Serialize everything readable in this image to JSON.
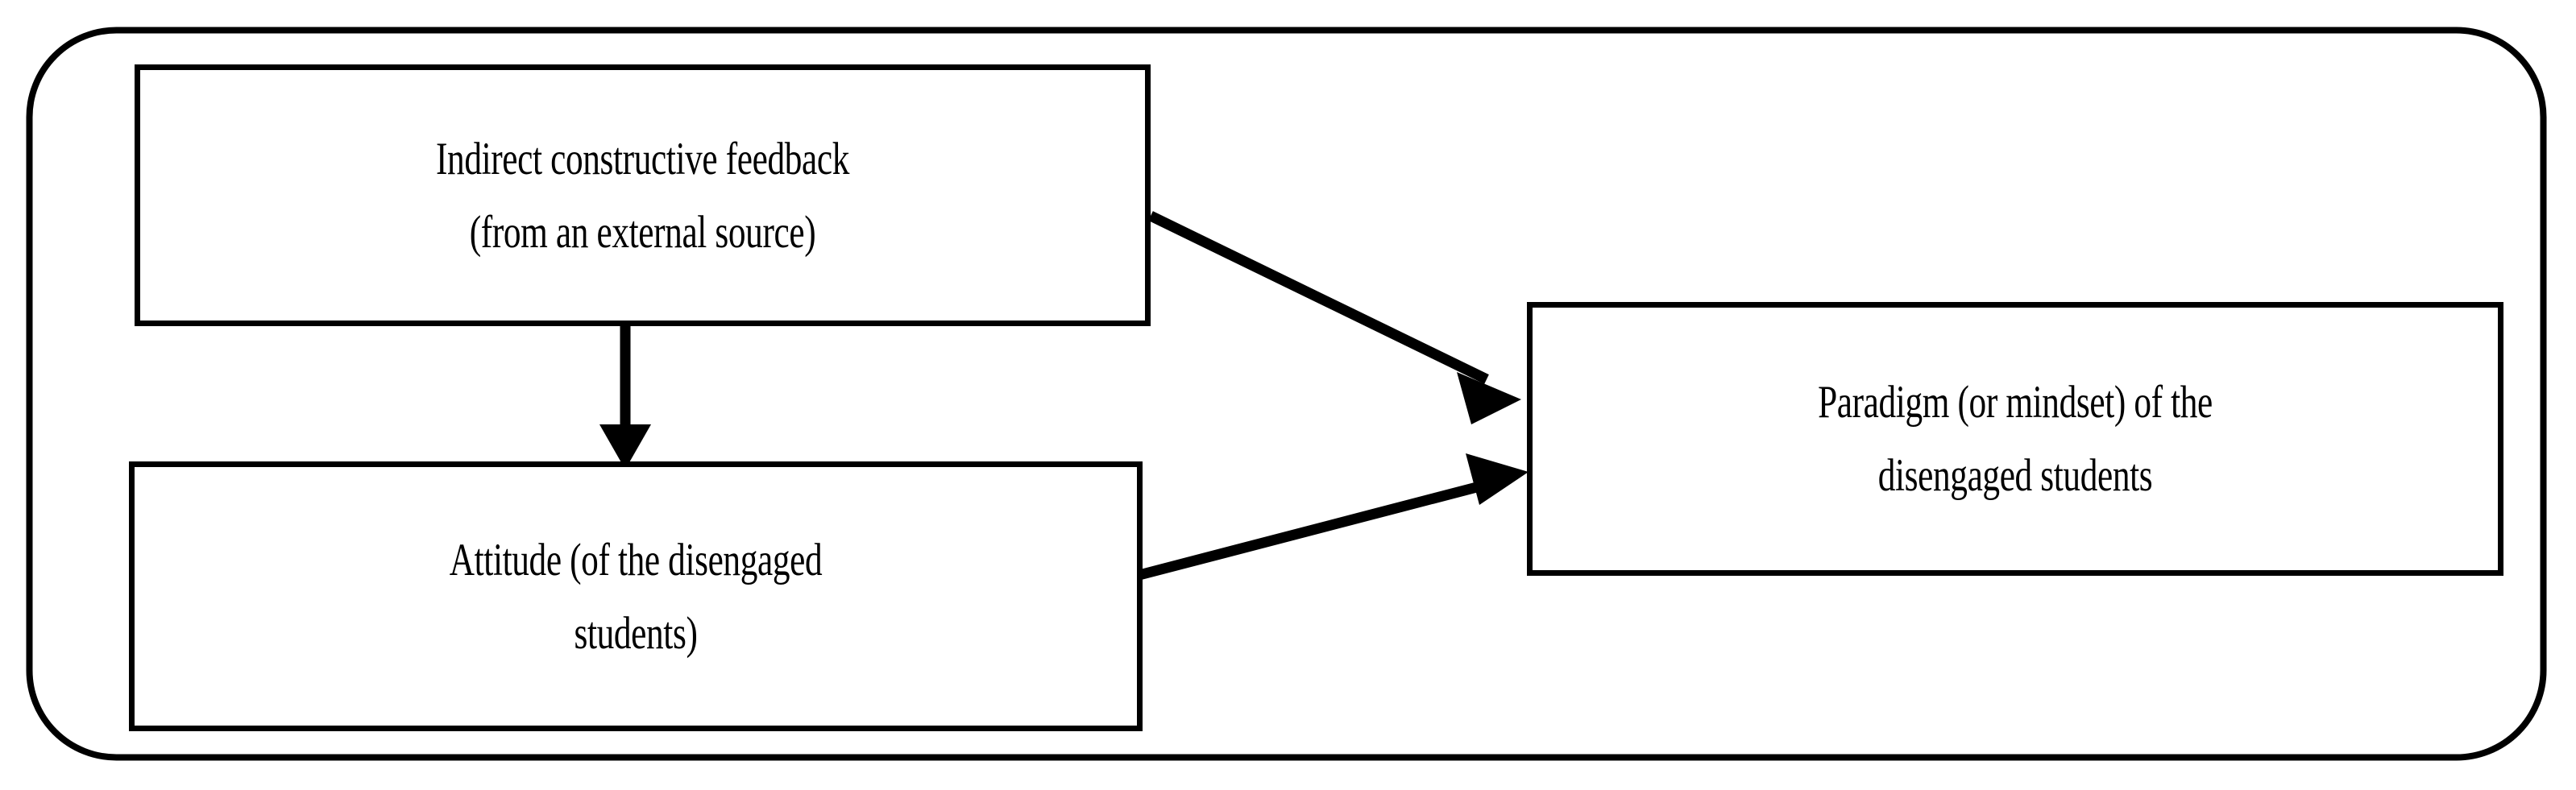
{
  "figure": {
    "type": "concept-flow-diagram",
    "background_color": "#ffffff",
    "stroke_color": "#000000",
    "container": {
      "shape": "rounded-rectangle",
      "label": ""
    }
  },
  "nodes": [
    {
      "id": "indirect-feedback",
      "lines": [
        "Indirect constructive feedback",
        "(from an external source)"
      ]
    },
    {
      "id": "attitude",
      "lines": [
        "Attitude (of the disengaged",
        "students)"
      ]
    },
    {
      "id": "paradigm",
      "lines": [
        "Paradigm (or mindset) of the",
        "disengaged students"
      ]
    }
  ],
  "edges": [
    {
      "id": "feedback-to-paradigm",
      "from": "indirect-feedback",
      "to": "paradigm",
      "style": "solid-arrow",
      "label": ""
    },
    {
      "id": "feedback-to-attitude",
      "from": "indirect-feedback",
      "to": "attitude",
      "style": "solid-arrow",
      "label": ""
    },
    {
      "id": "attitude-to-paradigm",
      "from": "attitude",
      "to": "paradigm",
      "style": "solid-arrow",
      "label": ""
    }
  ]
}
